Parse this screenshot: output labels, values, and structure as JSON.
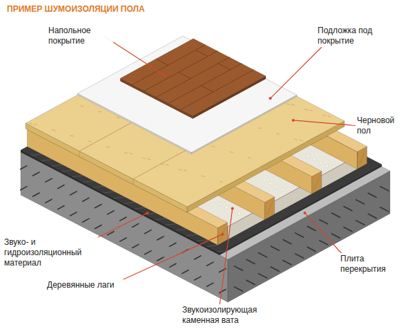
{
  "diagram": {
    "title": "ПРИМЕР ШУМОИЗОЛЯЦИИ ПОЛА",
    "labels": [
      "Напольное покрытие",
      "Подложка под покрытие",
      "Звуко- и гидроизоляционный материал",
      "Черновой пол",
      "Плита перекрытия",
      "Деревянные лаги",
      "Звукоизолирующая каменная вата"
    ]
  }
}
